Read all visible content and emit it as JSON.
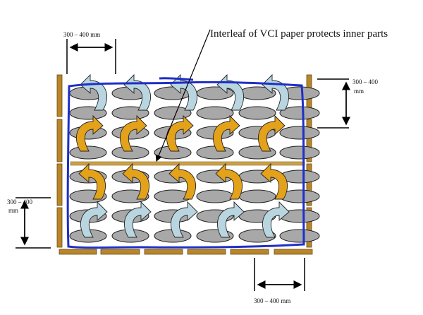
{
  "title": "Interleaf of VCI paper protects inner parts",
  "dims": {
    "top_width": "300 – 400 mm",
    "right_height_line1": "300 – 400",
    "right_height_line2": "mm",
    "left_height_line1": "300 – 400",
    "left_height_line2": "mm",
    "bottom_width": "300 – 400 mm"
  },
  "colors": {
    "board": "#b8862a",
    "board_edge": "#6a4a10",
    "wrap": "#1f2fc8",
    "part": "#a8a8a8",
    "part_edge": "#222222",
    "arrow_orange": "#e3a21a",
    "arrow_blue": "#b9d6e0",
    "interleaf": "#caa24a"
  },
  "grid": {
    "columns": 6,
    "rows": 8
  }
}
